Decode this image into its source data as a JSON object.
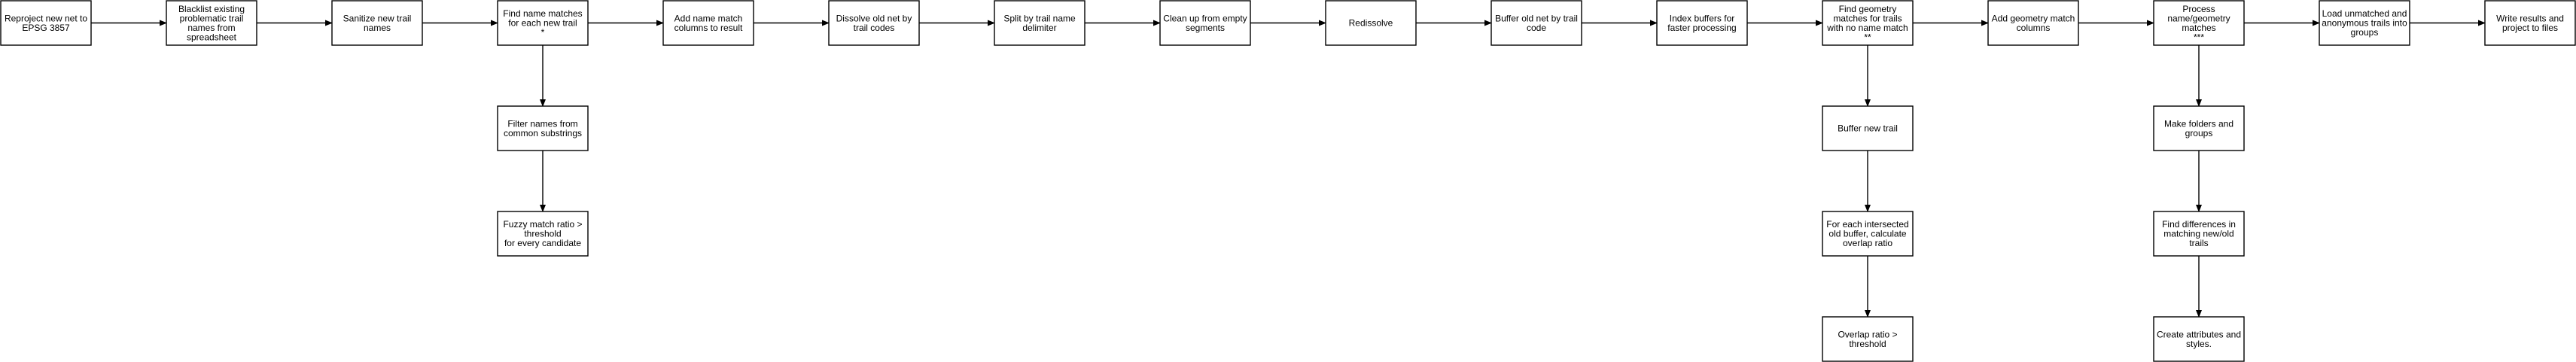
{
  "flowchart": {
    "nodes": [
      {
        "id": "n1",
        "lines": [
          "Reproject new net to",
          "EPSG 3857"
        ]
      },
      {
        "id": "n2",
        "lines": [
          "Blacklist existing",
          "problematic trail",
          "names from",
          "spreadsheet"
        ]
      },
      {
        "id": "n3",
        "lines": [
          "Sanitize new trail",
          "names"
        ]
      },
      {
        "id": "n4",
        "lines": [
          "Find name matches",
          "for each new trail",
          "*"
        ]
      },
      {
        "id": "n5",
        "lines": [
          "Add name match",
          "columns to result"
        ]
      },
      {
        "id": "n6",
        "lines": [
          "Dissolve old net by",
          "trail codes"
        ]
      },
      {
        "id": "n7",
        "lines": [
          "Split by trail name",
          "delimiter"
        ]
      },
      {
        "id": "n8",
        "lines": [
          "Clean up from empty",
          "segments"
        ]
      },
      {
        "id": "n9",
        "lines": [
          "Redissolve"
        ]
      },
      {
        "id": "n10",
        "lines": [
          "Buffer old net by trail",
          "code"
        ]
      },
      {
        "id": "n11",
        "lines": [
          "Index buffers for",
          "faster processing"
        ]
      },
      {
        "id": "n12",
        "lines": [
          "Find geometry",
          "matches for trails",
          "with no name match",
          "**"
        ]
      },
      {
        "id": "n13",
        "lines": [
          "Add geometry match",
          "columns"
        ]
      },
      {
        "id": "n14",
        "lines": [
          "Process",
          "name/geometry",
          "matches",
          "***"
        ]
      },
      {
        "id": "n15",
        "lines": [
          "Load unmatched and",
          "anonymous trails into",
          "groups"
        ]
      },
      {
        "id": "n16",
        "lines": [
          "Write results and",
          "project to files"
        ]
      },
      {
        "id": "a1",
        "lines": [
          "Filter names from",
          "common substrings"
        ]
      },
      {
        "id": "a2",
        "lines": [
          "Fuzzy match ratio >",
          "threshold",
          "for every candidate"
        ]
      },
      {
        "id": "b1",
        "lines": [
          "Buffer new trail"
        ]
      },
      {
        "id": "b2",
        "lines": [
          "For each intersected",
          "old buffer, calculate",
          "overlap ratio"
        ]
      },
      {
        "id": "b3",
        "lines": [
          "Overlap ratio >",
          "threshold"
        ]
      },
      {
        "id": "c1",
        "lines": [
          "Make folders and",
          "groups"
        ]
      },
      {
        "id": "c2",
        "lines": [
          "Find differences in",
          "matching new/old",
          "trails"
        ]
      },
      {
        "id": "c3",
        "lines": [
          "Create attributes and",
          "styles."
        ]
      }
    ],
    "edges": [
      [
        "n1",
        "n2"
      ],
      [
        "n2",
        "n3"
      ],
      [
        "n3",
        "n4"
      ],
      [
        "n4",
        "n5"
      ],
      [
        "n5",
        "n6"
      ],
      [
        "n6",
        "n7"
      ],
      [
        "n7",
        "n8"
      ],
      [
        "n8",
        "n9"
      ],
      [
        "n9",
        "n10"
      ],
      [
        "n10",
        "n11"
      ],
      [
        "n11",
        "n12"
      ],
      [
        "n12",
        "n13"
      ],
      [
        "n13",
        "n14"
      ],
      [
        "n14",
        "n15"
      ],
      [
        "n15",
        "n16"
      ],
      [
        "n4",
        "a1"
      ],
      [
        "a1",
        "a2"
      ],
      [
        "n12",
        "b1"
      ],
      [
        "b1",
        "b2"
      ],
      [
        "b2",
        "b3"
      ],
      [
        "n14",
        "c1"
      ],
      [
        "c1",
        "c2"
      ],
      [
        "c2",
        "c3"
      ]
    ]
  }
}
